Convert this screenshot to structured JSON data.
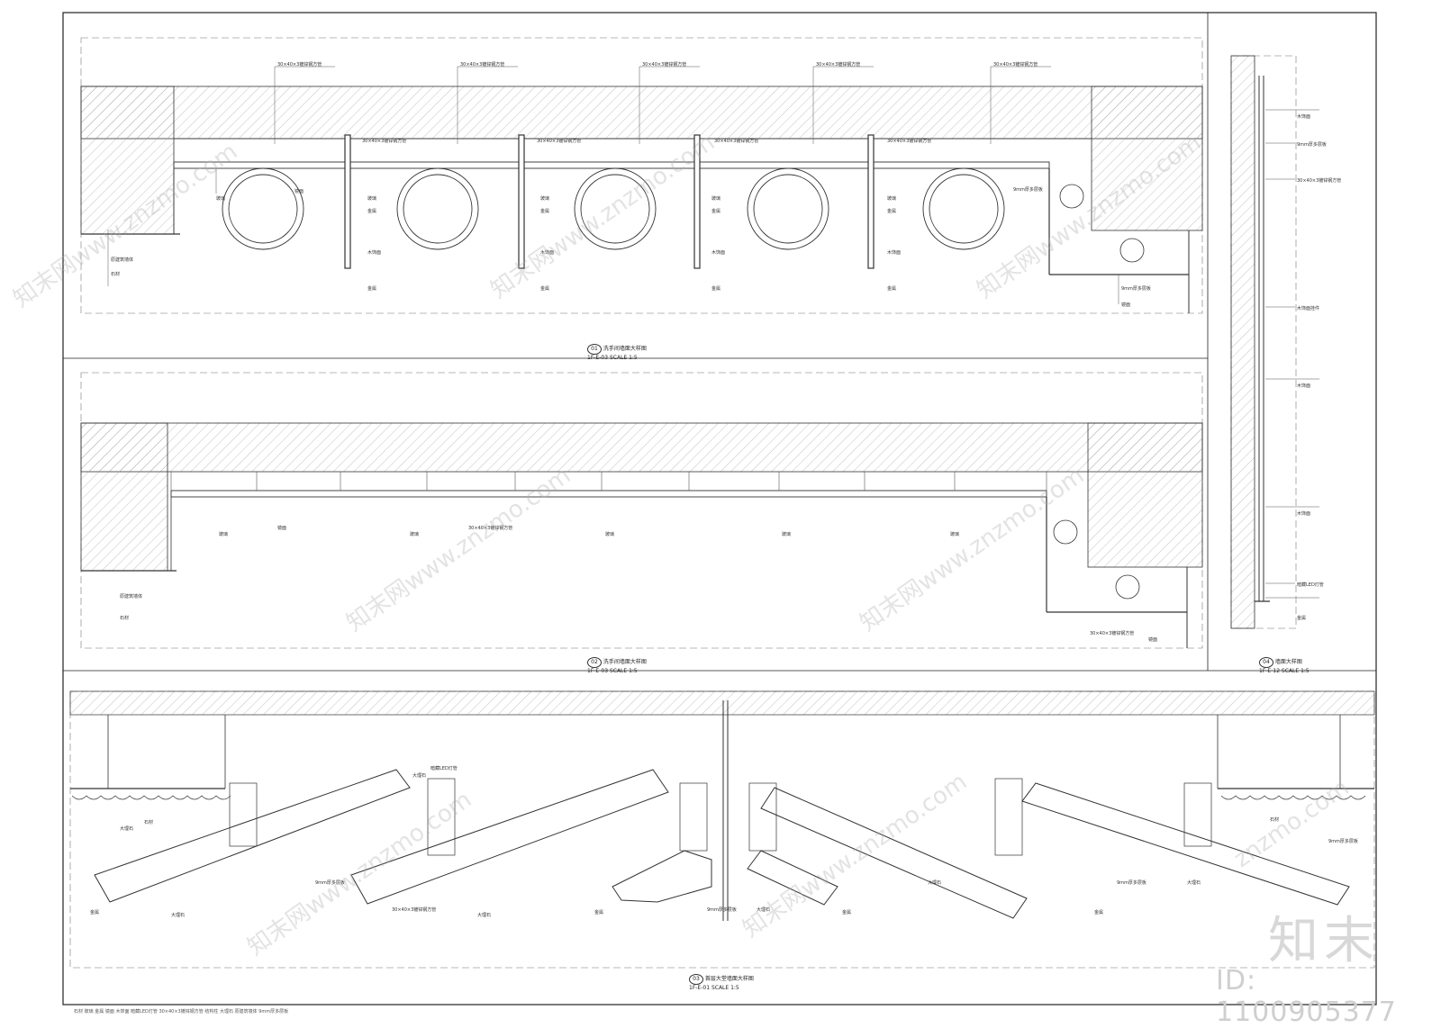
{
  "drawing": {
    "details": [
      {
        "num": "01",
        "title": "洗手间墙面大样图",
        "sub": "1F-E-03",
        "scale": "SCALE 1:5"
      },
      {
        "num": "02",
        "title": "洗手间墙面大样图",
        "sub": "1F-E-03",
        "scale": "SCALE 1:5"
      },
      {
        "num": "04",
        "title": "墙面大样图",
        "sub": "1F-E-12",
        "scale": "SCALE 1:5"
      },
      {
        "num": "03",
        "title": "首层大堂墙面大样图",
        "sub": "1F-E-01",
        "scale": "SCALE 1:5"
      }
    ],
    "tags": {
      "stone": "石材",
      "glass": "玻璃",
      "metal": "金属",
      "mirror": "镜面",
      "wood": "木饰面",
      "lamp": "暗藏LED灯管",
      "steel": "30×40×3镀锌钢方管",
      "pipe": "结构柱",
      "marble": "大理石",
      "wall": "原建筑墙体",
      "plate": "9mm厚多层板"
    },
    "watermark": "知末网www.znzmo.com",
    "watermark_short": "znzmo.com"
  },
  "brand": {
    "logo": "知末",
    "id": "ID: 1100905377"
  }
}
